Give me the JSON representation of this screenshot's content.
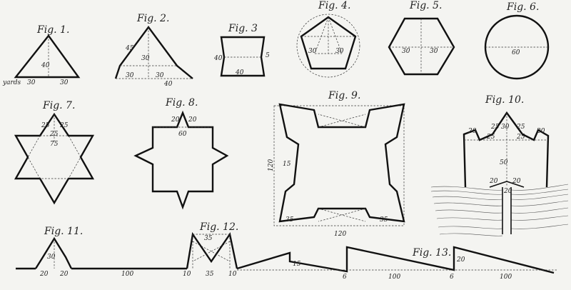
{
  "figures": {
    "f1": {
      "label": "Fig. 1.",
      "dims": [
        "40",
        "30",
        "30"
      ],
      "unit": "yards"
    },
    "f2": {
      "label": "Fig. 2.",
      "dims": [
        "45",
        "30",
        "30",
        "30",
        "40"
      ]
    },
    "f3": {
      "label": "Fig. 3",
      "dims": [
        "40",
        "5",
        "40"
      ]
    },
    "f4": {
      "label": "Fig. 4.",
      "dims": [
        "30",
        "30"
      ]
    },
    "f5": {
      "label": "Fig. 5.",
      "dims": [
        "30",
        "30"
      ]
    },
    "f6": {
      "label": "Fig. 6.",
      "dims": [
        "60"
      ]
    },
    "f7": {
      "label": "Fig. 7.",
      "dims": [
        "25",
        "25",
        "25",
        "75"
      ]
    },
    "f8": {
      "label": "Fig. 8.",
      "dims": [
        "20",
        "20",
        "60"
      ]
    },
    "f9": {
      "label": "Fig. 9.",
      "dims": [
        "120",
        "15",
        "35",
        "35",
        "120"
      ]
    },
    "f10": {
      "label": "Fig. 10.",
      "dims": [
        "20",
        "25",
        "30",
        "25",
        "20",
        "25",
        "25",
        "50",
        "20",
        "20",
        "20"
      ]
    },
    "f11": {
      "label": "Fig. 11.",
      "dims": [
        "30",
        "20",
        "20",
        "100"
      ]
    },
    "f12": {
      "label": "Fig. 12.",
      "dims": [
        "35",
        "10",
        "35",
        "10"
      ]
    },
    "f13": {
      "label": "Fig. 13.",
      "dims": [
        "15",
        "6",
        "100",
        "20",
        "6",
        "100"
      ]
    }
  }
}
